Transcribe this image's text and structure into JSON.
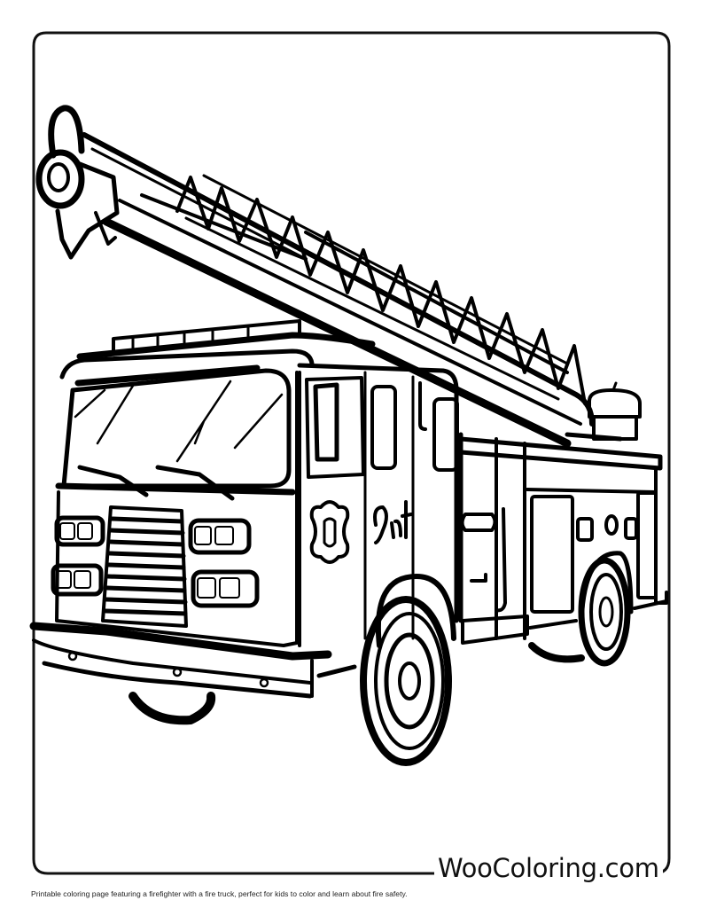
{
  "page": {
    "type": "coloring-page",
    "subject": "fire truck with aerial ladder",
    "background_color": "#ffffff",
    "line_color": "#000000"
  },
  "branding": {
    "logo_text": "WooColoring.com"
  },
  "footer": {
    "caption": "Printable coloring page featuring a firefighter with a fire truck, perfect for kids to color and learn about fire safety."
  },
  "illustration": {
    "elements": [
      "aerial-ladder",
      "ladder-nozzle",
      "cab-windshield",
      "light-bar",
      "front-grille",
      "headlights",
      "front-bumper",
      "cab-doors",
      "badge-emblem",
      "side-compartments",
      "front-wheel",
      "rear-wheel"
    ]
  }
}
